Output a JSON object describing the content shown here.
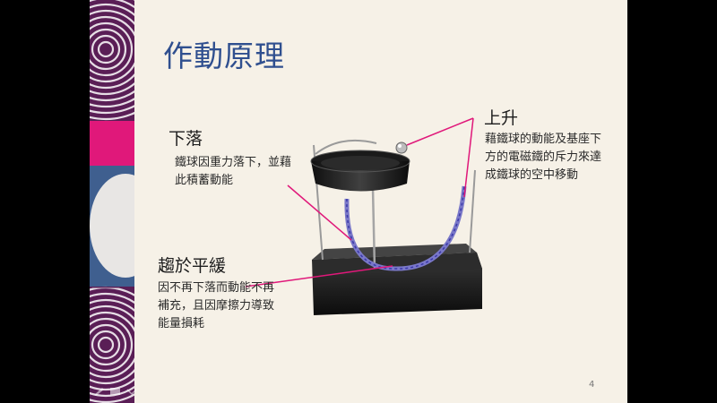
{
  "slide": {
    "title": "作動原理",
    "page_number": "4",
    "sections": {
      "fall": {
        "heading": "下落",
        "description": "鐵球因重力落下，並藉\n此積蓄動能"
      },
      "rise": {
        "heading": "上升",
        "description": "藉鐵球的動能及基座下\n方的電磁鐵的斥力來達\n成鐵球的空中移動"
      },
      "settle": {
        "heading": "趨於平緩",
        "description": "因不再下落而動能不再\n補充，且因摩擦力導致\n能量損耗"
      }
    }
  },
  "colors": {
    "title": "#2f4f8f",
    "accent_pink": "#e0187a",
    "band_purple": "#5a1e56",
    "band_blue": "#3f5f8f",
    "background": "#f6f1e7"
  }
}
